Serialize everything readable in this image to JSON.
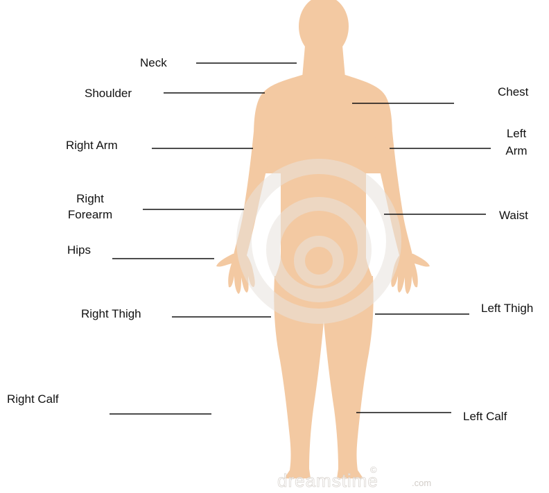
{
  "colors": {
    "skin": "#f3c9a2",
    "line": "#111111",
    "background": "#ffffff"
  },
  "labels": {
    "neck": "Neck",
    "shoulder": "Shoulder",
    "chest": "Chest",
    "right_arm": "Right Arm",
    "left_arm_1": "Left",
    "left_arm_2": "Arm",
    "right_forearm_1": "Right",
    "right_forearm_2": "Forearm",
    "waist": "Waist",
    "hips": "Hips",
    "right_thigh": "Right Thigh",
    "left_thigh": "Left Thigh",
    "right_calf": "Right Calf",
    "left_calf": "Left Calf"
  },
  "watermark": {
    "text": "dreamstime",
    "suffix": ".com",
    "copyright": "©"
  }
}
